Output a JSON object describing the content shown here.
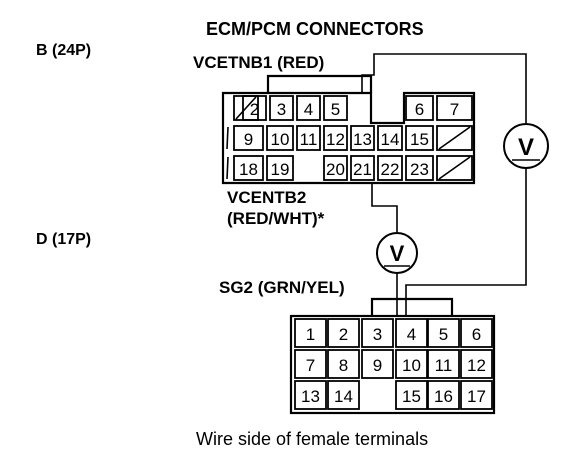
{
  "title": "ECM/PCM CONNECTORS",
  "connector_b": {
    "label": "B (24P)",
    "wire_label": "VCETNB1 (RED)",
    "wire2_label_line1": "VCENTB2",
    "wire2_label_line2": "(RED/WHT)*",
    "rows": [
      [
        "",
        "2",
        "3",
        "4",
        "5",
        "",
        "6",
        "7"
      ],
      [
        "",
        "9",
        "10",
        "11",
        "12",
        "13",
        "14",
        "15",
        ""
      ],
      [
        "",
        "18",
        "19",
        "",
        "20",
        "21",
        "22",
        "23",
        ""
      ]
    ]
  },
  "connector_d": {
    "label": "D (17P)",
    "wire_label": "SG2 (GRN/YEL)",
    "rows": [
      [
        "1",
        "2",
        "3",
        "4",
        "5",
        "6"
      ],
      [
        "7",
        "8",
        "9",
        "10",
        "11",
        "12"
      ],
      [
        "13",
        "14",
        "",
        "15",
        "16",
        "17"
      ]
    ]
  },
  "meter_symbol": "V",
  "caption": "Wire side of female terminals"
}
